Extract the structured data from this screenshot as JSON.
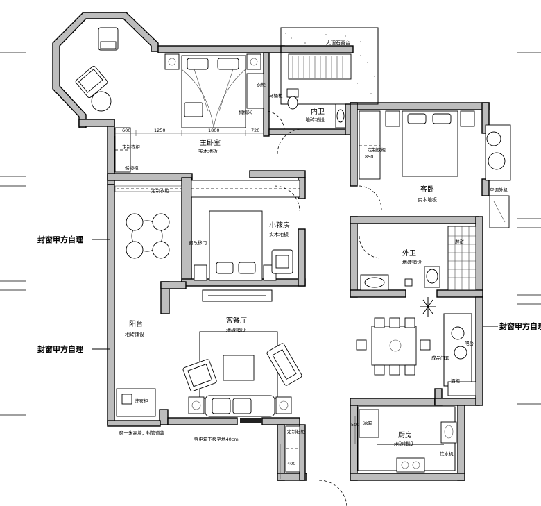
{
  "rooms": {
    "master_bedroom": {
      "name": "主卧室",
      "floor": "实木地板"
    },
    "inner_bath": {
      "name": "内卫",
      "floor": "地砖铺设"
    },
    "guest_bedroom": {
      "name": "客卧",
      "floor": "实木地板"
    },
    "kids_room": {
      "name": "小孩房",
      "floor": "实木地板"
    },
    "outer_bath": {
      "name": "外卫",
      "floor": "地砖铺设"
    },
    "balcony": {
      "name": "阳台",
      "floor": "地砖铺设"
    },
    "living_dining": {
      "name": "客餐厅",
      "floor": "地砖铺设"
    },
    "kitchen": {
      "name": "厨房",
      "floor": "地砖铺设"
    }
  },
  "labels": {
    "marble_platform": "大理石窗台",
    "wardrobe_master": "定制衣柜",
    "storage_cabinet": "储物柜",
    "wardrobe_small": "衣柜",
    "toilet_cab": "马桶柜",
    "tatami_bed": "榻榻米",
    "custom_wardrobe_guest": "定制衣柜",
    "ac_unit": "空调外机",
    "shower": "淋浴",
    "custom_wardrobe_kids": "定制衣柜",
    "window_door": "窗改移门",
    "finished_door": "成品门套",
    "bar": "吧台",
    "wine_cabinet": "酒柜",
    "laundry": "洗衣柜",
    "fridge": "冰箱",
    "water_dispenser": "饮水机",
    "shoe_cabinet": "定制鞋柜",
    "low_wall_note": "砌一米高墙，封管道装",
    "meter_note": "强电箱下移至地40cm",
    "window_note_left_1": "封窗甲方自理",
    "window_note_left_2": "封窗甲方自理",
    "window_note_right": "封窗甲方自理"
  },
  "dimensions": {
    "d600": "600",
    "d1250": "1250",
    "d1800": "1800",
    "d720": "720",
    "d850": "850",
    "d500": "500",
    "d400": "400"
  }
}
